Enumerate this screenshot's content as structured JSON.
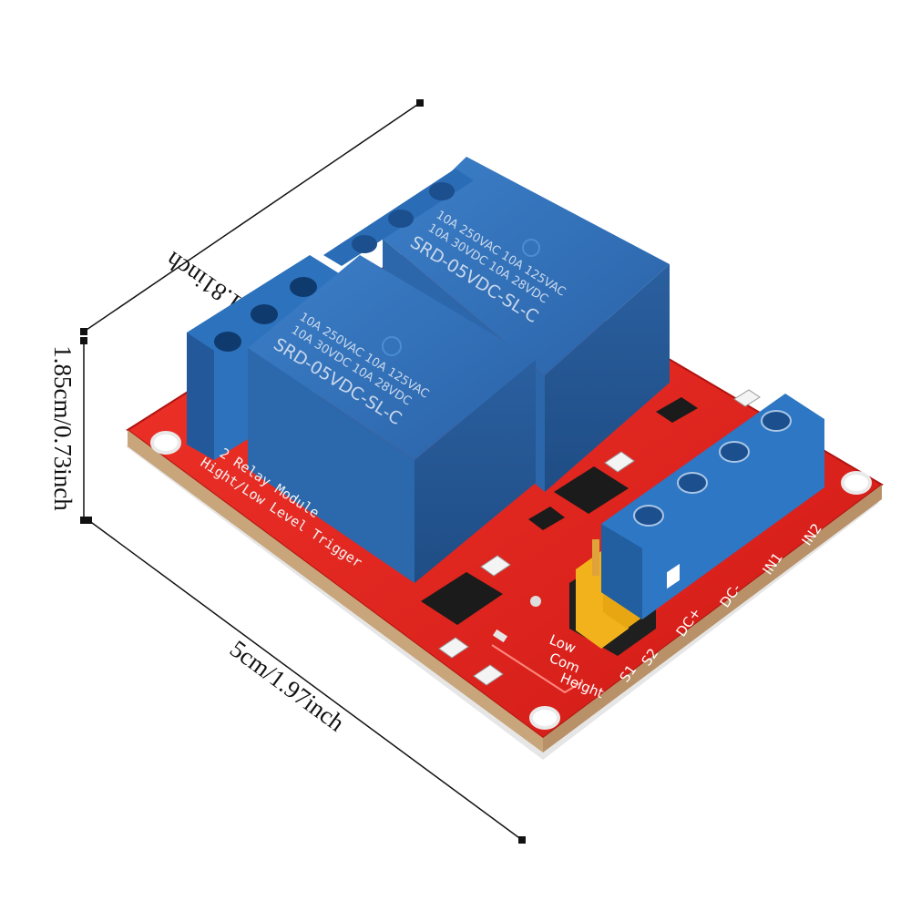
{
  "dimensions": {
    "width_label": "4.6cm/1.81inch",
    "height_label": "1.85cm/0.73inch",
    "length_label": "5cm/1.97inch"
  },
  "relays": [
    {
      "line1": "10A 250VAC 10A 125VAC",
      "line2": "10A  30VDC 10A  28VDC",
      "model": "SRD-05VDC-SL-C"
    },
    {
      "line1": "10A 250VAC 10A 125VAC",
      "line2": "10A  30VDC 10A  28VDC",
      "model": "SRD-05VDC-SL-C"
    }
  ],
  "board": {
    "title_line1": "2 Relay Module",
    "title_line2": "Hight/Low Level Trigger",
    "pin_labels": [
      "S1",
      "S2",
      "DC+",
      "DC-",
      "IN1",
      "IN2"
    ],
    "jumper_labels": [
      "Low",
      "Com",
      "Height"
    ]
  },
  "colors": {
    "pcb": "#e3251f",
    "relay": "#2f6fb6",
    "terminal": "#2d77c4",
    "jumper": "#f2b21c"
  }
}
